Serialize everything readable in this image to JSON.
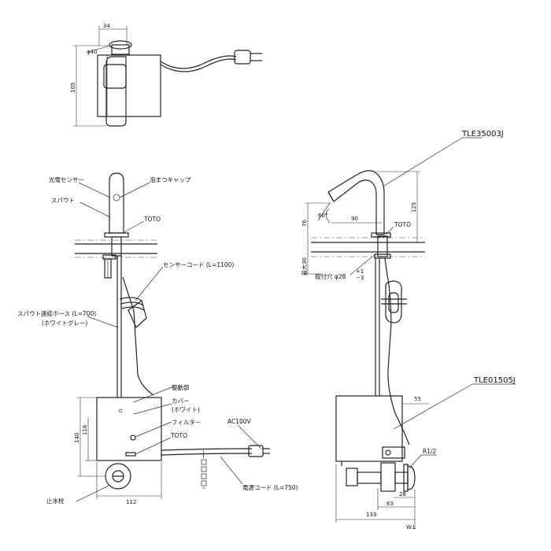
{
  "top_view": {
    "dim_34": "34",
    "dim_40": "φ40",
    "dim_105": "105"
  },
  "front_view": {
    "label_sensor": "光電センサー",
    "label_aerator": "泡まつキャップ",
    "label_spout": "スパウト",
    "label_toto_spout": "TOTO",
    "label_sensor_cord": "センサーコード (L=1100)",
    "label_hose": "スパウト連結ホース (L=700)",
    "label_hose_color": "(ホワイトグレー)",
    "label_drive": "駆動部",
    "label_cover": "カバー",
    "label_cover_color": "(ホワイト)",
    "label_filter": "フィルター",
    "label_toto_box": "TOTO",
    "label_ac": "AC100V",
    "label_power_cord": "電源コード (L=750)",
    "label_stop_valve": "止水栓",
    "dim_140": "140",
    "dim_116": "116",
    "dim_112": "112"
  },
  "side_view": {
    "model_faucet": "TLE35003J",
    "model_valve": "TLE01505J",
    "dim_125": "125",
    "dim_76": "76",
    "dim_90": "90",
    "angle_60": "60°",
    "label_toto": "TOTO",
    "dim_max30": "最大30",
    "hole_label": "取付穴 φ28",
    "hole_tol_plus": "+1",
    "hole_tol_minus": "−3",
    "dim_55": "55",
    "label_r12": "R1/2",
    "dim_28": "28",
    "dim_63": "63",
    "dim_133": "133",
    "label_wl": "W.L"
  }
}
